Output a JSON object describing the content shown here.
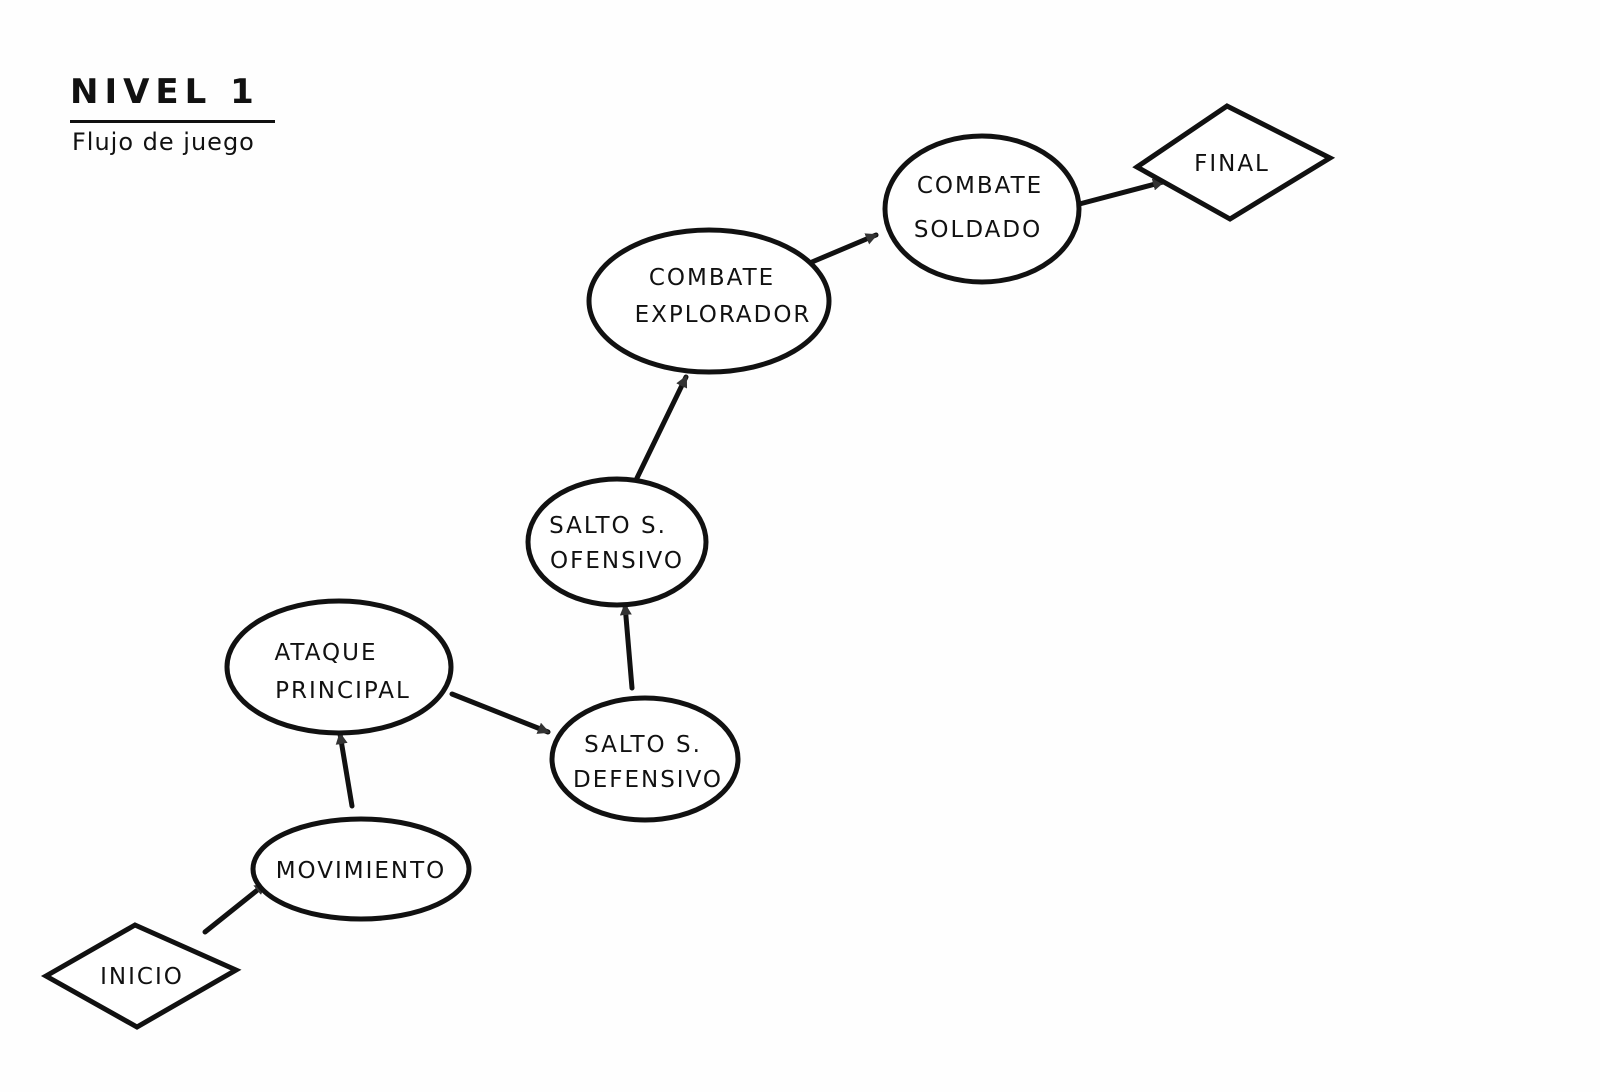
{
  "title": "NIVEL 1",
  "subtitle": "Flujo de juego",
  "nodes": {
    "inicio": "INICIO",
    "movimiento": "MOVIMIENTO",
    "ataque": [
      "ATAQUE",
      "PRINCIPAL"
    ],
    "salto_def": [
      "SALTO S.",
      "DEFENSIVO"
    ],
    "salto_of": [
      "SALTO S.",
      "OFENSIVO"
    ],
    "explorador": [
      "COMBATE",
      "EXPLORADOR"
    ],
    "soldado": [
      "COMBATE",
      "SOLDADO"
    ],
    "final": "FINAL"
  },
  "colors": {
    "ink": "#111111",
    "paper": "#fefefe",
    "fill": "#ffffff"
  }
}
